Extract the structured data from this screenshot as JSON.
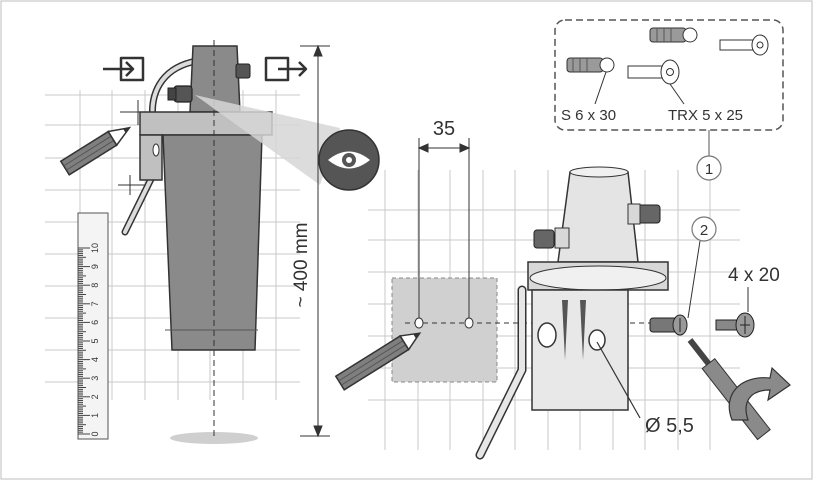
{
  "callouts": {
    "dimension_35": "35",
    "height_400": "~ 400 mm",
    "hole_diameter": "Ø 5,5",
    "screw_4x20": "4 x 20",
    "dowel_s6x30": "S 6 x 30",
    "screw_trx": "TRX 5 x 25",
    "step_1": "1",
    "step_2": "2"
  },
  "ruler": {
    "tick_labels": [
      "10",
      "9",
      "8",
      "7",
      "6",
      "5",
      "4",
      "3",
      "2",
      "1",
      "0"
    ]
  },
  "icons": {
    "input": "arrow-into-box-icon",
    "output": "arrow-out-of-box-icon",
    "view": "eye-icon",
    "pencil": "pencil-icon",
    "screwdriver": "screwdriver-icon",
    "rotate": "rotate-arrow-icon"
  },
  "colors": {
    "body_gray": "#8a8a8a",
    "light_gray": "#d8d8d8",
    "grid": "#c8c8c8",
    "line": "#333333"
  }
}
